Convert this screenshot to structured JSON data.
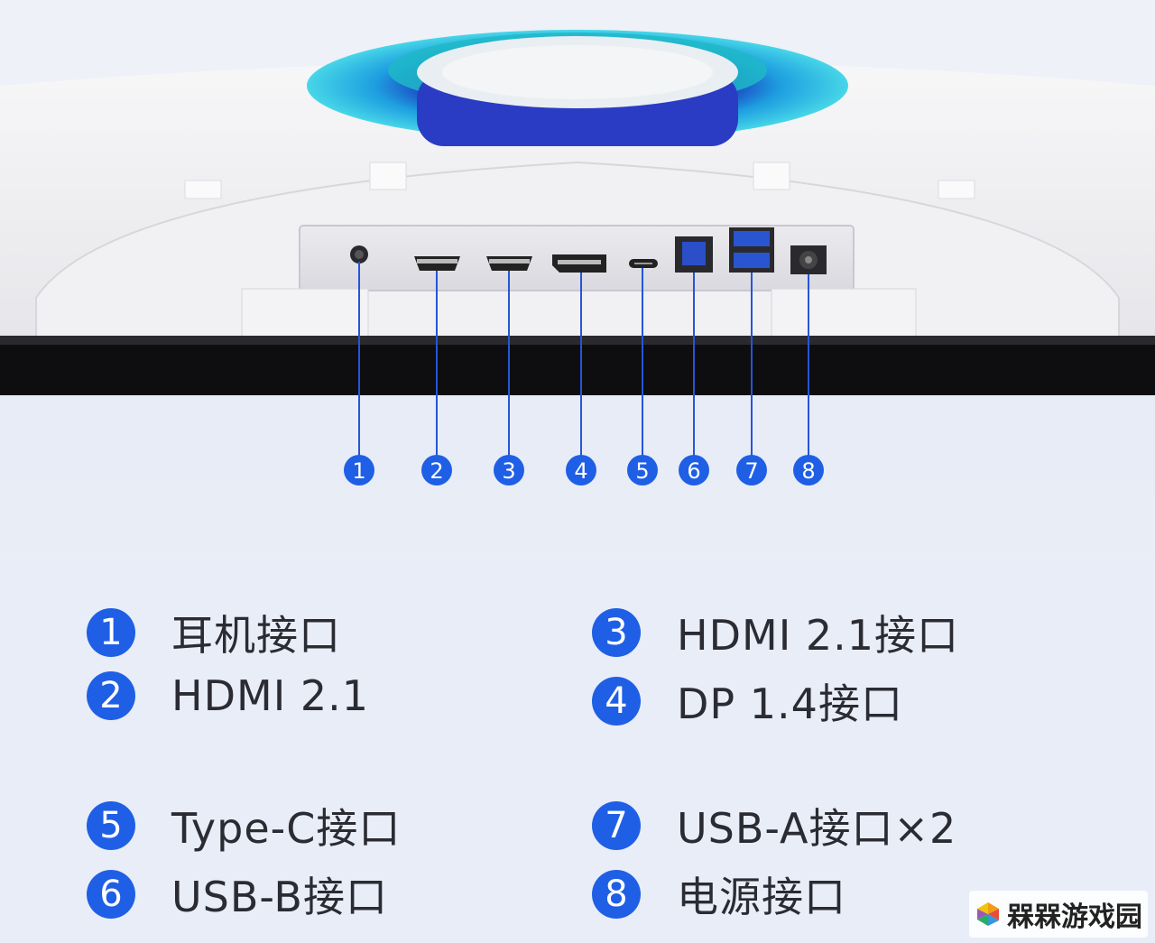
{
  "ports": [
    {
      "num": "1",
      "name": "耳机接口"
    },
    {
      "num": "2",
      "name": "HDMI 2.1"
    },
    {
      "num": "3",
      "name": "HDMI 2.1接口"
    },
    {
      "num": "4",
      "name": "DP 1.4接口"
    },
    {
      "num": "5",
      "name": "Type-C接口"
    },
    {
      "num": "6",
      "name": "USB-B接口"
    },
    {
      "num": "7",
      "name": "USB-A接口×2"
    },
    {
      "num": "8",
      "name": "电源接口"
    }
  ],
  "watermark": "槑槑游戏园",
  "colors": {
    "accent": "#1f5fe6",
    "background": "#e9edf7",
    "ring": "#33c6e0"
  }
}
